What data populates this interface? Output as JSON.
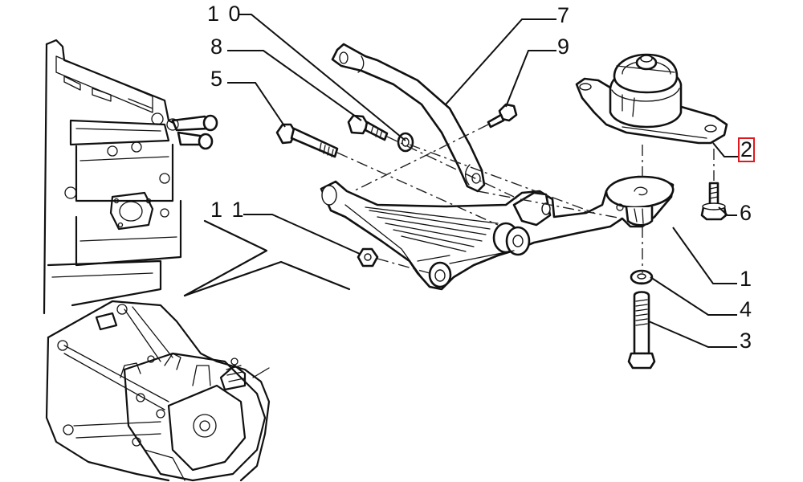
{
  "diagram": {
    "title": "Engine mount / gearbox support assembly (exploded view)",
    "highlight_color": "#e0191f",
    "line_color": "#111111",
    "background": "#ffffff",
    "callouts": [
      {
        "id": "10",
        "label": "1 0",
        "part": "long bolt (stud) for strut"
      },
      {
        "id": "8",
        "label": "8",
        "part": "flange bolt"
      },
      {
        "id": "5",
        "label": "5",
        "part": "through bolt"
      },
      {
        "id": "7",
        "label": "7",
        "part": "reaction strut arm"
      },
      {
        "id": "9",
        "label": "9",
        "part": "small bolt"
      },
      {
        "id": "2",
        "label": "2",
        "part": "rubber mount with flange",
        "highlighted": true
      },
      {
        "id": "6",
        "label": "6",
        "part": "flange bolt"
      },
      {
        "id": "11",
        "label": "1 1",
        "part": "nut"
      },
      {
        "id": "1",
        "label": "1",
        "part": "support bracket"
      },
      {
        "id": "4",
        "label": "4",
        "part": "spring washer"
      },
      {
        "id": "3",
        "label": "3",
        "part": "long bolt"
      }
    ],
    "components": [
      "engine-block",
      "gearbox",
      "support-bracket",
      "rubber-mount",
      "strut-arm",
      "bolts",
      "nuts",
      "washer"
    ]
  }
}
